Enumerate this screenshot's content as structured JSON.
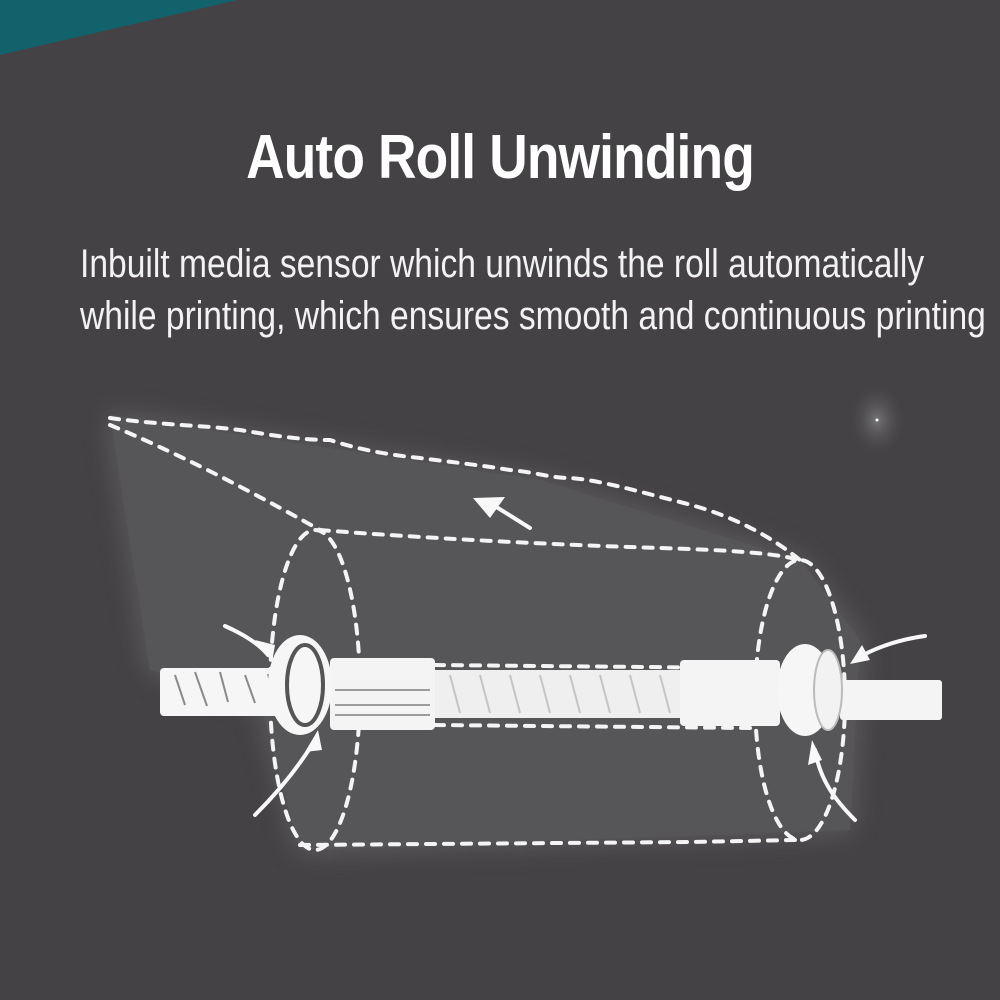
{
  "heading": {
    "title": "Auto Roll Unwinding",
    "description_lines": [
      "Inbuilt media sensor which unwinds the roll automatically",
      "while printing, which ensures smooth and continuous printing"
    ]
  },
  "illustration": {
    "subject": "paper-roll-spindle",
    "arrows": [
      "unwind-direction-arrow",
      "left-rotation-arrows",
      "right-rotation-arrows"
    ]
  },
  "colors": {
    "background": "#444245",
    "accent": "#12626b",
    "text": "#ffffff",
    "line": "#f4f4f4"
  }
}
